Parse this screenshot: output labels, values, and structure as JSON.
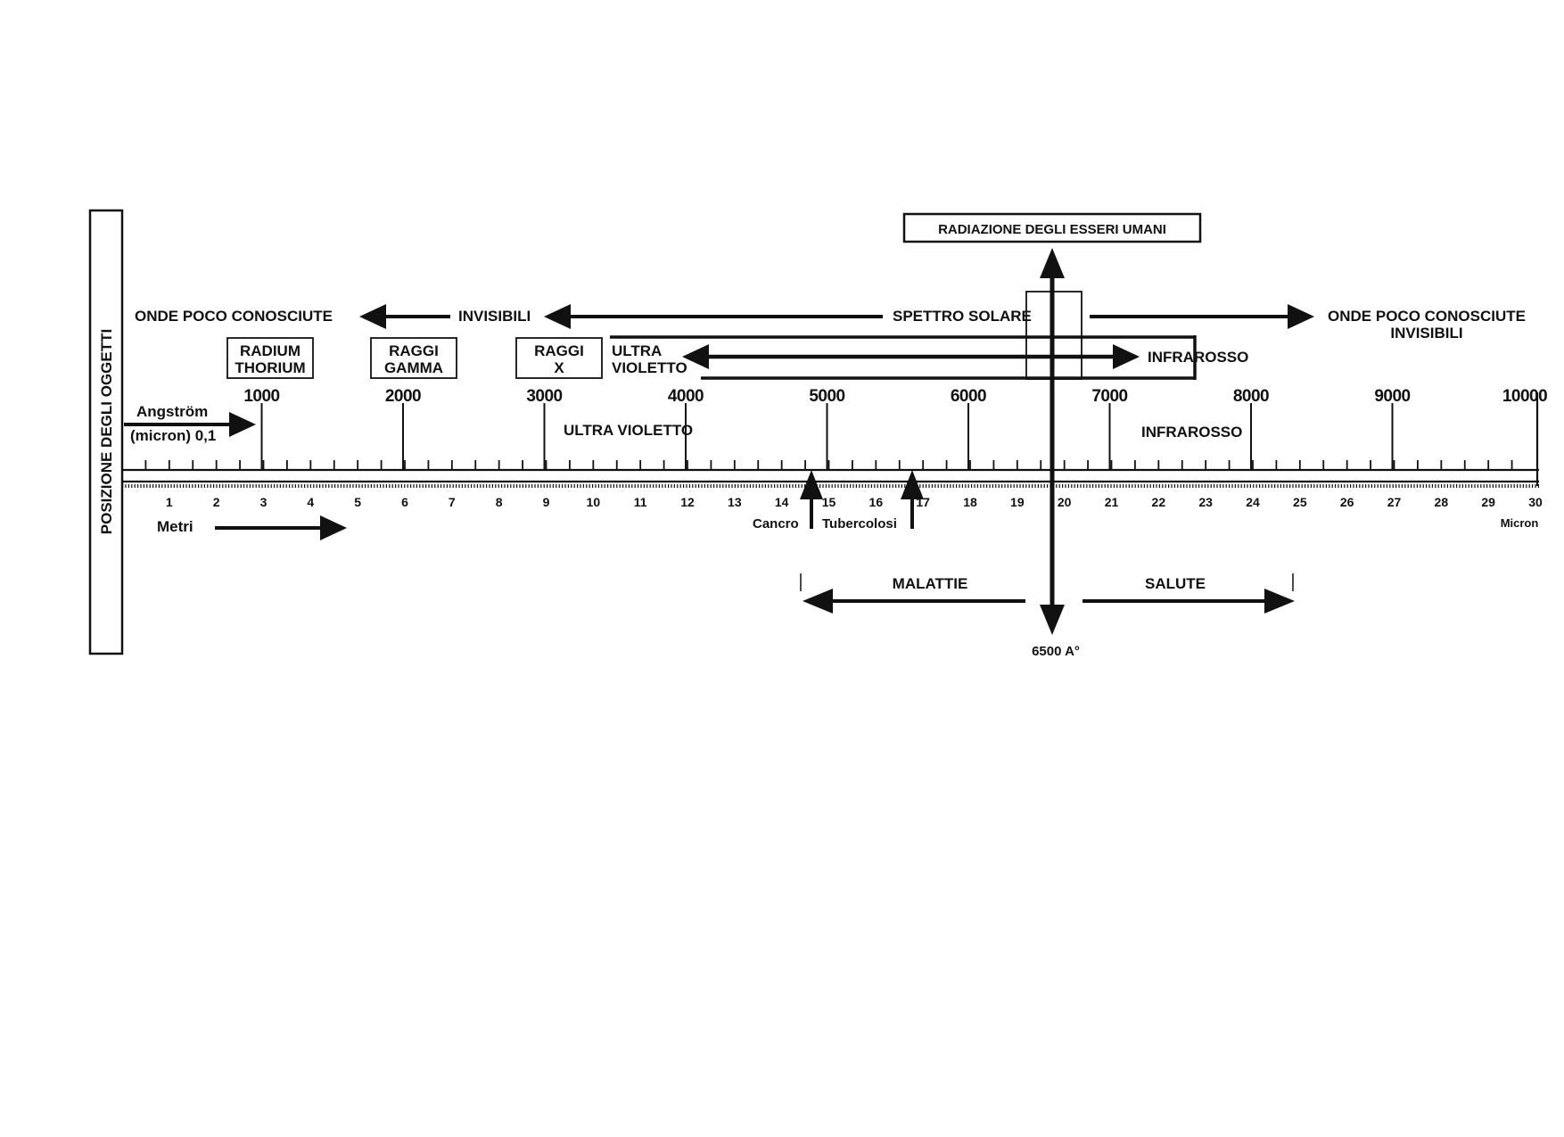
{
  "vertical_label": "POSIZIONE DEGLI OGGETTI",
  "human_radiation": {
    "label": "RADIAZIONE DEGLI ESSERI UMANI",
    "value_label": "6500 A°",
    "wavelength_angstrom": 6500
  },
  "spectrum": {
    "left_waves": "ONDE POCO CONOSCIUTE",
    "invisible": "INVISIBILI",
    "solar": "SPETTRO SOLARE",
    "right_waves_line1": "ONDE POCO CONOSCIUTE",
    "right_waves_line2": "INVISIBILI"
  },
  "boxes": {
    "radium_line1": "RADIUM",
    "radium_line2": "THORIUM",
    "gamma_line1": "RAGGI",
    "gamma_line2": "GAMMA",
    "x_line1": "RAGGI",
    "x_line2": "X"
  },
  "band_labels": {
    "uv_line1": "ULTRA",
    "uv_line2": "VIOLETTO",
    "ir_top": "INFRAROSSO",
    "uv_bottom": "ULTRA VIOLETTO",
    "ir_bottom": "INFRAROSSO"
  },
  "angstrom": {
    "label_line1": "Angström",
    "label_line2": "(micron) 0,1",
    "ticks": [
      "1000",
      "2000",
      "3000",
      "4000",
      "5000",
      "6000",
      "7000",
      "8000",
      "9000",
      "10000"
    ]
  },
  "micron_scale": {
    "ticks": [
      "1",
      "2",
      "3",
      "4",
      "5",
      "6",
      "7",
      "8",
      "9",
      "10",
      "11",
      "12",
      "13",
      "14",
      "15",
      "16",
      "17",
      "18",
      "19",
      "20",
      "21",
      "22",
      "23",
      "24",
      "25",
      "26",
      "27",
      "28",
      "29",
      "30"
    ],
    "unit": "Micron",
    "metri": "Metri"
  },
  "markers": {
    "cancer": "Cancro",
    "tuberculosis": "Tubercolosi"
  },
  "health": {
    "disease": "MALATTIE",
    "health": "SALUTE"
  }
}
